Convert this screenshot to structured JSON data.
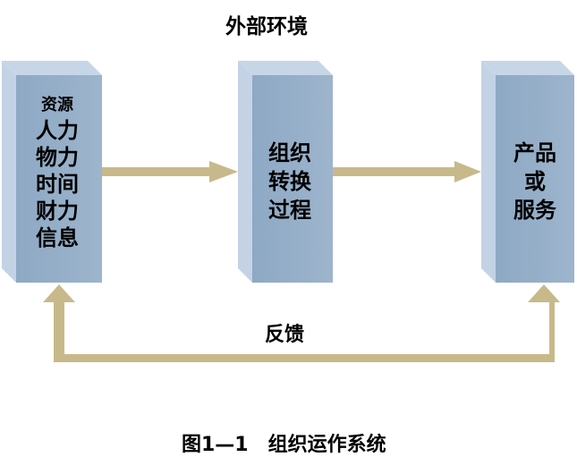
{
  "diagram": {
    "title": "外部环境",
    "boxes": {
      "resources": {
        "header": "资源",
        "lines": [
          "人力",
          "物力",
          "时间",
          "财力",
          "信息"
        ]
      },
      "process": {
        "lines": [
          "组织",
          "转换",
          "过程"
        ]
      },
      "output": {
        "lines": [
          "产品",
          "或",
          "服务"
        ]
      }
    },
    "feedback_label": "反馈",
    "caption": {
      "figure": "图1—1",
      "text": "组织运作系统"
    }
  },
  "colors": {
    "box_front": "#95aec8",
    "box_side": "#bed0e3",
    "box_top": "#bfd1e4",
    "arrow": "#c8b98a"
  }
}
